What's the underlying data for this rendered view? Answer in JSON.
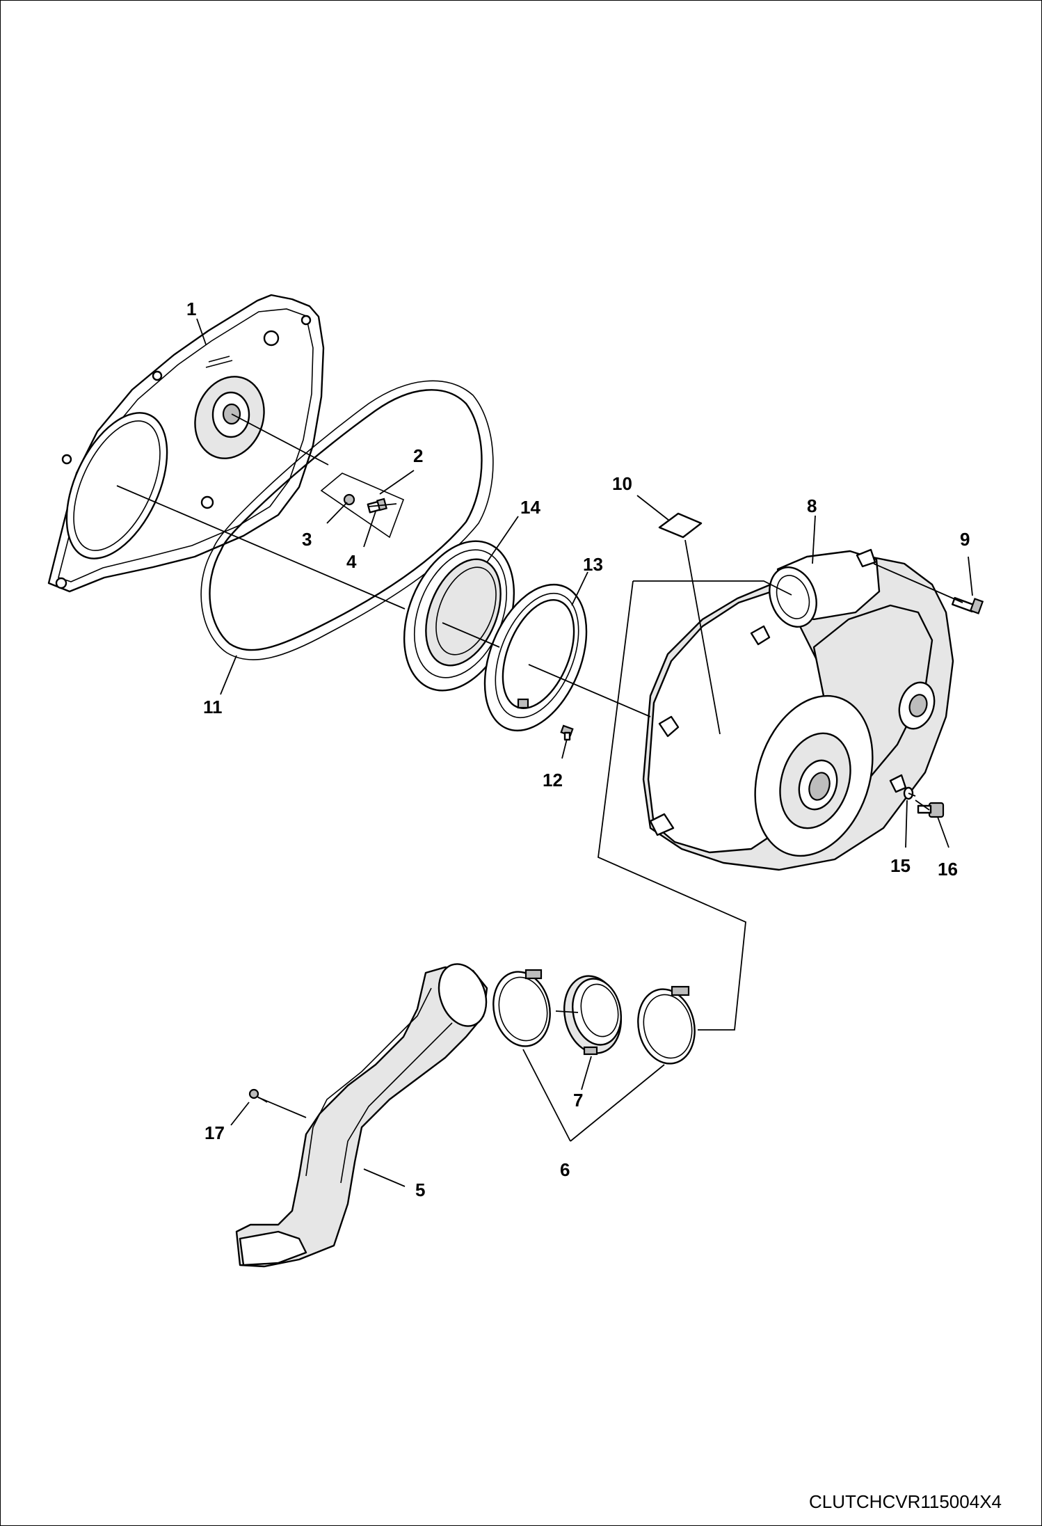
{
  "figure_code": "CLUTCHCVR115004X4",
  "callouts": [
    {
      "id": "1",
      "text": "1"
    },
    {
      "id": "2",
      "text": "2"
    },
    {
      "id": "3",
      "text": "3"
    },
    {
      "id": "4",
      "text": "4"
    },
    {
      "id": "5",
      "text": "5"
    },
    {
      "id": "6",
      "text": "6"
    },
    {
      "id": "7",
      "text": "7"
    },
    {
      "id": "8",
      "text": "8"
    },
    {
      "id": "9",
      "text": "9"
    },
    {
      "id": "10",
      "text": "10"
    },
    {
      "id": "11",
      "text": "11"
    },
    {
      "id": "12",
      "text": "12"
    },
    {
      "id": "13",
      "text": "13"
    },
    {
      "id": "14",
      "text": "14"
    },
    {
      "id": "15",
      "text": "15"
    },
    {
      "id": "16",
      "text": "16"
    },
    {
      "id": "17",
      "text": "17"
    }
  ]
}
